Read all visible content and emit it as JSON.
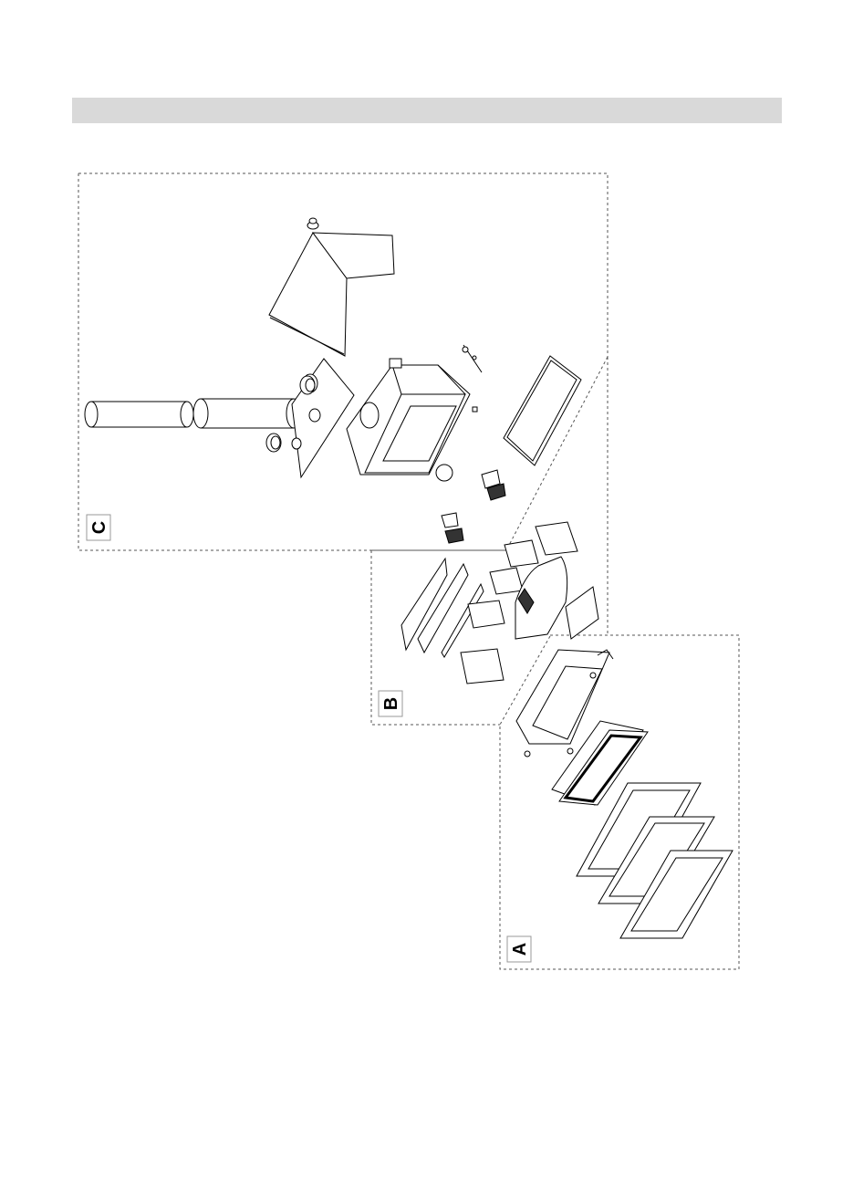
{
  "header": {
    "title": ""
  },
  "sections": [
    {
      "id": "C",
      "label": "C"
    },
    {
      "id": "B",
      "label": "B"
    },
    {
      "id": "A",
      "label": "A"
    }
  ],
  "colors": {
    "header_bar": "#d9d9d9",
    "line": "#000000",
    "dash": "#555555"
  }
}
